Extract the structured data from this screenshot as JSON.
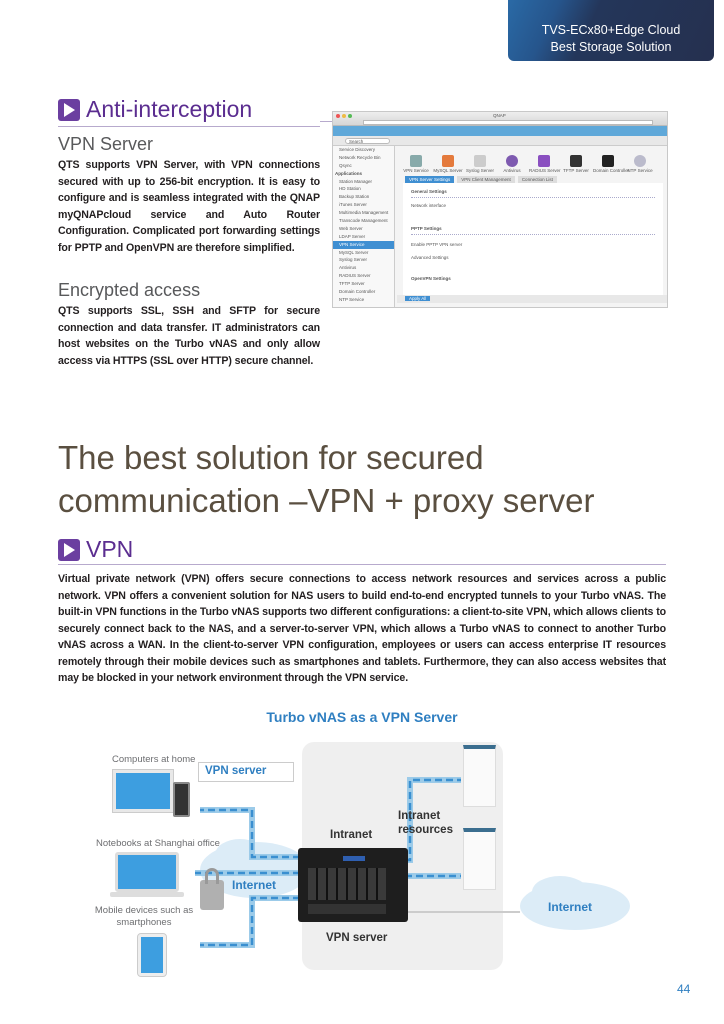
{
  "header": {
    "badge_line1": "TVS-ECx80+Edge Cloud",
    "badge_line2": "Best Storage Solution"
  },
  "anti": {
    "title": "Anti-interception",
    "vpn_server": {
      "heading": "VPN Server",
      "text": "QTS supports VPN Server, with VPN connections secured with up to 256-bit encryption. It is easy to configure and is seamless integrated with the QNAP myQNAPcloud service and Auto Router Configuration. Complicated port forwarding settings for PPTP and OpenVPN are therefore simplified."
    },
    "encrypted": {
      "heading": "Encrypted access",
      "text": "QTS supports SSL, SSH and SFTP for secure connection and data transfer. IT administrators can host websites on the Turbo vNAS and only allow access via HTTPS (SSL over HTTP) secure channel."
    }
  },
  "screenshot": {
    "window_title": "QNAP",
    "search": "Search",
    "sidebar": [
      "Service Discovery",
      "Network Recycle Bin",
      "Qsync",
      "Applications",
      "Station Manager",
      "HD Station",
      "Backup Station",
      "iTunes Server",
      "Multimedia Management",
      "Transcode Management",
      "Web Server",
      "LDAP Server",
      "VPN Service",
      "MySQL Server",
      "Syslog Server",
      "Antivirus",
      "RADIUS Server",
      "TFTP Server",
      "Domain Controller",
      "NTP Service"
    ],
    "services": [
      "VPN Service",
      "MySQL Server",
      "Syslog Server",
      "Antivirus",
      "RADIUS Server",
      "TFTP Server",
      "Domain Controller",
      "NTP Service"
    ],
    "tabs": [
      "VPN Server Settings",
      "VPN Client Management",
      "Connection List"
    ],
    "sections": [
      "General Settings",
      "Network interface",
      "PPTP Settings",
      "Enable PPTP VPN server",
      "Advanced Settings",
      "OpenVPN Settings"
    ],
    "apply": "Apply All"
  },
  "main": {
    "title_line1": "The best solution for secured",
    "title_line2": "communication –VPN + proxy server",
    "vpn": {
      "title": "VPN",
      "text": "Virtual private network (VPN) offers secure connections to access network resources and services across a public network. VPN offers a convenient solution for NAS users to build end-to-end encrypted tunnels to your Turbo vNAS. The built-in VPN functions in the Turbo vNAS supports two different configurations: a client-to-site VPN, which allows clients to securely connect back to the NAS, and a server-to-server VPN, which allows a Turbo vNAS to connect to another Turbo vNAS across a WAN. In the client-to-server VPN configuration, employees or users can access enterprise IT resources remotely through their mobile devices such as smartphones and tablets.  Furthermore, they can also access websites that may be blocked in your network environment through the VPN service."
    }
  },
  "diagram": {
    "title": "Turbo vNAS as a VPN Server",
    "computers": "Computers at home",
    "notebooks": "Notebooks at Shanghai office",
    "mobile": "Mobile devices such as smartphones",
    "callout": "VPN server",
    "intranet": "Intranet",
    "intranet_resources": "Intranet resources",
    "internet_left": "Internet",
    "internet_right": "Internet",
    "vpn_server": "VPN server"
  },
  "page_number": "44"
}
